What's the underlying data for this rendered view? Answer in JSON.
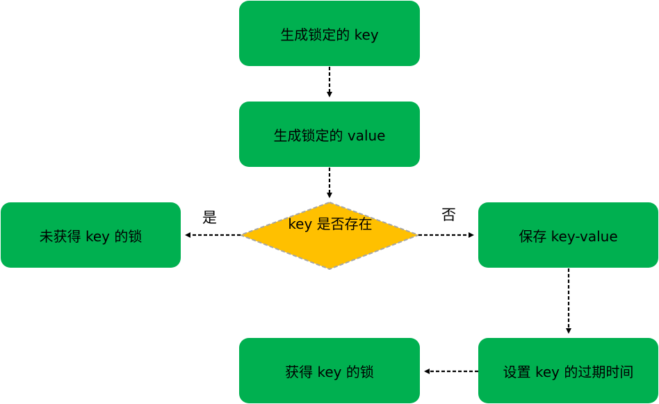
{
  "colors": {
    "process_fill": "#00b050",
    "decision_fill": "#ffc000",
    "decision_border": "#a6a6a6",
    "arrow": "#000000"
  },
  "nodes": {
    "generate_key": "生成锁定的 key",
    "generate_value": "生成锁定的 value",
    "decision": "key 是否存在",
    "not_acquired": "未获得 key 的锁",
    "save_kv": "保存 key-value",
    "acquired": "获得 key 的锁",
    "set_expire": "设置 key 的过期时间"
  },
  "edge_labels": {
    "yes": "是",
    "no": "否"
  }
}
